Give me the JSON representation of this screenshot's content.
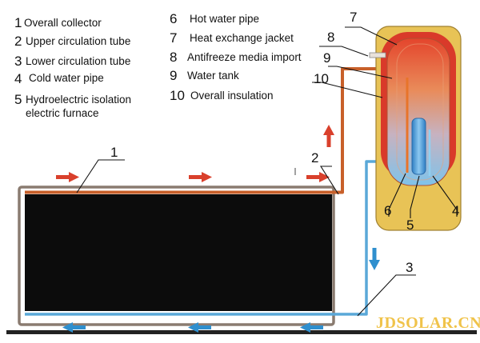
{
  "legend": [
    {
      "num": "1",
      "text": "Overall collector"
    },
    {
      "num": "2",
      "text": "Upper circulation tube"
    },
    {
      "num": "3",
      "text": "Lower circulation tube"
    },
    {
      "num": "4",
      "text": "Cold water pipe"
    },
    {
      "num": "5",
      "text": "Hydroelectric isolation",
      "text2": "electric furnace"
    },
    {
      "num": "6",
      "text": "Hot water pipe"
    },
    {
      "num": "7",
      "text": "Heat exchange jacket"
    },
    {
      "num": "8",
      "text": "Antifreeze media import"
    },
    {
      "num": "9",
      "text": "Water tank"
    },
    {
      "num": "10",
      "text": "Overall insulation"
    }
  ],
  "callouts": {
    "c1": "1",
    "c2": "2",
    "c3": "3",
    "c4": "4",
    "c5": "5",
    "c6": "6",
    "c7": "7",
    "c8": "8",
    "c9": "9",
    "c10": "10"
  },
  "watermark": "JDSOLAR.CN",
  "colors": {
    "hot_pipe": "#c8602a",
    "cold_pipe": "#5aa8d8",
    "hot_arrow": "#d9402c",
    "cold_arrow": "#2f8fce",
    "insulation": "#e8c356",
    "jacket": "#d93a2a",
    "collector_panel": "#0c0c0c",
    "collector_frame": "#8a7b70"
  }
}
